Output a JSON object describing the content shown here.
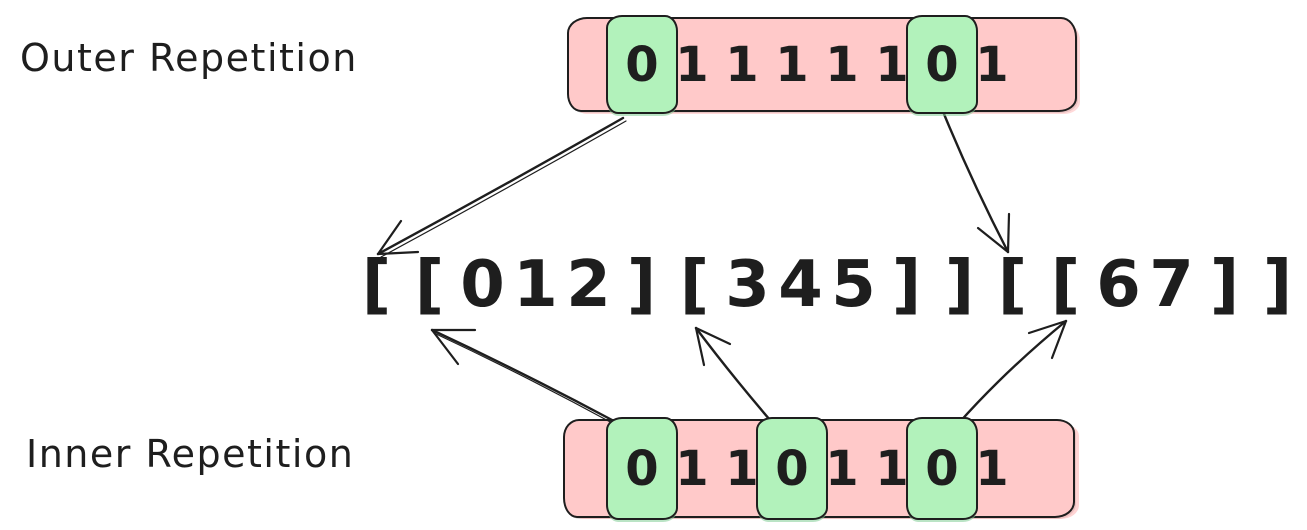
{
  "labels": {
    "outer": "Outer Repetition",
    "inner": "Inner Repetition"
  },
  "outer_row": {
    "bits": [
      "0",
      "1",
      "1",
      "1",
      "1",
      "1",
      "0",
      "1"
    ],
    "highlighted_indices": [
      0,
      6
    ]
  },
  "inner_row": {
    "bits": [
      "0",
      "1",
      "1",
      "0",
      "1",
      "1",
      "0",
      "1"
    ],
    "highlighted_indices": [
      0,
      3,
      6
    ]
  },
  "sequence": {
    "tokens": [
      "[",
      "[",
      "0",
      "1",
      "2",
      "]",
      "[",
      "3",
      "4",
      "5",
      "]",
      "]",
      "[",
      "[",
      "6",
      "7",
      "]",
      "]"
    ],
    "text": "[ [ 0 1 2 ] [ 3 4 5 ] ] [ [ 6 7 ] ]"
  },
  "arrows": [
    {
      "id": "outer-0",
      "from": "outer-bit-0",
      "to": "sequence-token-0"
    },
    {
      "id": "outer-6",
      "from": "outer-bit-6",
      "to": "sequence-token-12"
    },
    {
      "id": "inner-0",
      "from": "inner-bit-0",
      "to": "sequence-token-1"
    },
    {
      "id": "inner-3",
      "from": "inner-bit-3",
      "to": "sequence-token-6"
    },
    {
      "id": "inner-6",
      "from": "inner-bit-6",
      "to": "sequence-token-13"
    }
  ],
  "colors": {
    "row_fill": "#ffc9c9",
    "highlight_fill": "#b2f2bb",
    "stroke": "#1e1e1e",
    "background": "#ffffff"
  }
}
